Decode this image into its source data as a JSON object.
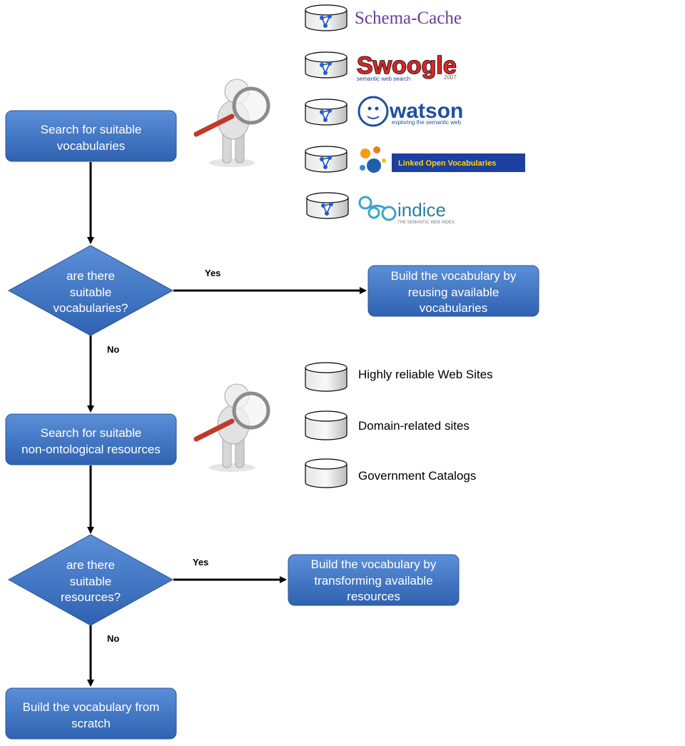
{
  "colors": {
    "box_fill": "#4677C4",
    "box_stroke": "#2f5597",
    "arrow": "#000000",
    "lov_bar": "#1c3fa0",
    "lov_text": "#ffd700"
  },
  "flow": {
    "search_vocab": [
      "Search for suitable",
      "vocabularies"
    ],
    "decision_vocab": [
      "are there",
      "suitable",
      "vocabularies?"
    ],
    "yes_vocab": "Yes",
    "no_vocab": "No",
    "reuse_box": [
      "Build the vocabulary by",
      "reusing available",
      "vocabularies"
    ],
    "search_nor": [
      "Search for suitable",
      "non-ontological resources"
    ],
    "decision_res": [
      "are there",
      "suitable",
      "resources?"
    ],
    "yes_res": "Yes",
    "no_res": "No",
    "transform_box": [
      "Build the vocabulary by",
      "transforming available",
      "resources"
    ],
    "scratch_box": [
      "Build the vocabulary from",
      "scratch"
    ]
  },
  "repositories": {
    "schema_cache": "Schema-Cache",
    "swoogle": {
      "name": "Swoogle",
      "tagline": "semantic web search",
      "year": "2007"
    },
    "watson": {
      "name": "watson",
      "tagline": "exploring the semantic web"
    },
    "lov": "Linked Open Vocabularies",
    "sindice": {
      "name": "indice",
      "tagline": "THE SEMANTIC WEB INDEX"
    }
  },
  "resources": {
    "items": [
      "Highly reliable  Web Sites",
      "Domain-related sites",
      "Government Catalogs"
    ]
  }
}
